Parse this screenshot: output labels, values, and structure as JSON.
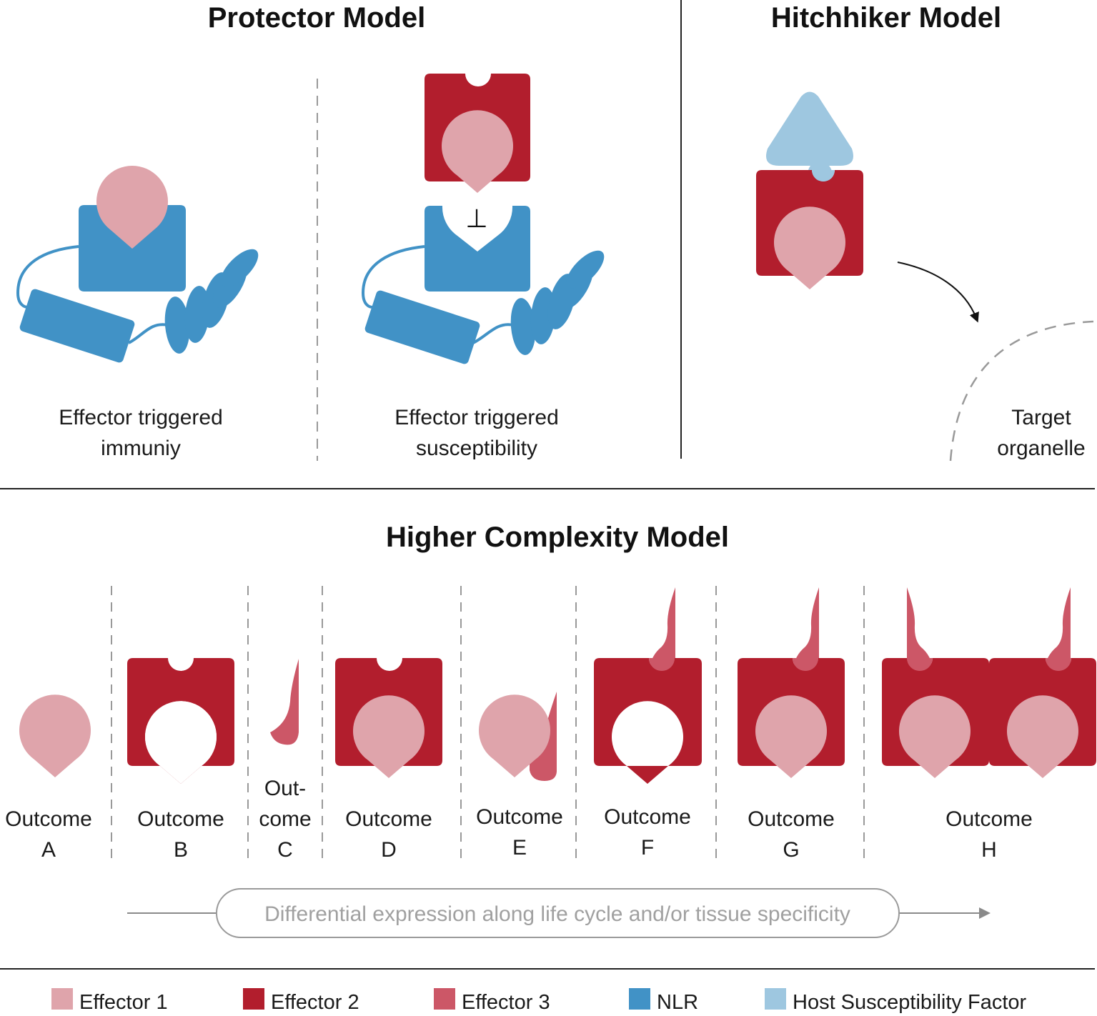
{
  "colors": {
    "effector1": "#dfa4ab",
    "effector2": "#b21e2d",
    "effector3": "#cc5767",
    "nlr": "#4192c6",
    "host_factor": "#9ec7e0",
    "divider": "#222222",
    "dashed": "#999999",
    "flow_text": "#a0a0a0"
  },
  "protector": {
    "title": "Protector Model",
    "eti_line1": "Effector triggered",
    "eti_line2": "immuniy",
    "ets_line1": "Effector triggered",
    "ets_line2": "susceptibility",
    "inhibit_symbol": "⊥"
  },
  "hitchhiker": {
    "title": "Hitchhiker Model",
    "target_line1": "Target",
    "target_line2": "organelle"
  },
  "complexity": {
    "title": "Higher Complexity Model",
    "outcomes": [
      {
        "line1": "Outcome",
        "line2": "A"
      },
      {
        "line1": "Outcome",
        "line2": "B"
      },
      {
        "line1": "Out-",
        "line2": "come",
        "line3": "C"
      },
      {
        "line1": "Outcome",
        "line2": "D"
      },
      {
        "line1": "Outcome",
        "line2": "E"
      },
      {
        "line1": "Outcome",
        "line2": "F"
      },
      {
        "line1": "Outcome",
        "line2": "G"
      },
      {
        "line1": "Outcome",
        "line2": "H"
      }
    ],
    "flow_text": "Differential expression along life cycle and/or tissue specificity"
  },
  "legend": [
    {
      "label": "Effector 1",
      "color": "#dfa4ab"
    },
    {
      "label": "Effector 2",
      "color": "#b21e2d"
    },
    {
      "label": "Effector 3",
      "color": "#cc5767"
    },
    {
      "label": "NLR",
      "color": "#4192c6"
    },
    {
      "label": "Host Susceptibility Factor",
      "color": "#9ec7e0"
    }
  ]
}
